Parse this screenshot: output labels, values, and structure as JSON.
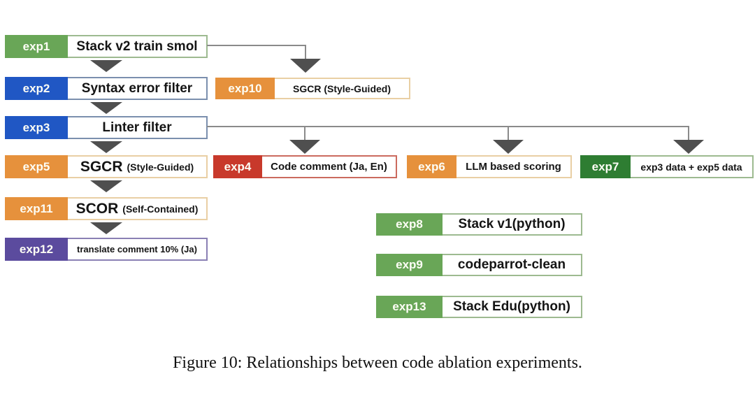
{
  "figure": {
    "caption": "Figure 10: Relationships between code ablation experiments."
  },
  "nodes": {
    "exp1": {
      "id": "exp1",
      "label": "Stack v2 train smol",
      "color": "green"
    },
    "exp2": {
      "id": "exp2",
      "label": "Syntax error filter",
      "color": "blue"
    },
    "exp3": {
      "id": "exp3",
      "label": "Linter filter",
      "color": "blue"
    },
    "exp5": {
      "id": "exp5",
      "label": "SGCR",
      "sublabel": "(Style-Guided)",
      "color": "orange"
    },
    "exp11": {
      "id": "exp11",
      "label": "SCOR",
      "sublabel": "(Self-Contained)",
      "color": "orange"
    },
    "exp12": {
      "id": "exp12",
      "label": "translate comment 10% (Ja)",
      "color": "purple"
    },
    "exp10": {
      "id": "exp10",
      "label": "SGCR (Style-Guided)",
      "color": "orange"
    },
    "exp4": {
      "id": "exp4",
      "label": "Code comment (Ja, En)",
      "color": "red"
    },
    "exp6": {
      "id": "exp6",
      "label": "LLM based scoring",
      "color": "orange"
    },
    "exp7": {
      "id": "exp7",
      "label": "exp3 data + exp5 data",
      "color": "dark-green"
    },
    "exp8": {
      "id": "exp8",
      "label": "Stack v1(python)",
      "color": "green"
    },
    "exp9": {
      "id": "exp9",
      "label": "codeparrot-clean",
      "color": "green"
    },
    "exp13": {
      "id": "exp13",
      "label": "Stack Edu(python)",
      "color": "green"
    }
  },
  "edges": [
    "exp1->exp2",
    "exp2->exp3",
    "exp3->exp5",
    "exp5->exp11",
    "exp11->exp12",
    "exp1->exp10",
    "exp3->exp4",
    "exp3->exp6",
    "exp3->exp7"
  ],
  "colors": {
    "green": "#69a657",
    "blue": "#2057c4",
    "orange": "#e6913c",
    "red": "#c8392b",
    "dark_green": "#2e7d32",
    "purple": "#5b4b9e",
    "border_green": "#9dba90",
    "border_blue": "#7b8fae",
    "border_orange": "#e9cfa4",
    "border_red": "#cb6a5e",
    "border_purple": "#8a80b4",
    "connector_line": "#8a8a8a",
    "arrowhead": "#4f4f4f",
    "text": "#141414",
    "background": "#ffffff"
  }
}
